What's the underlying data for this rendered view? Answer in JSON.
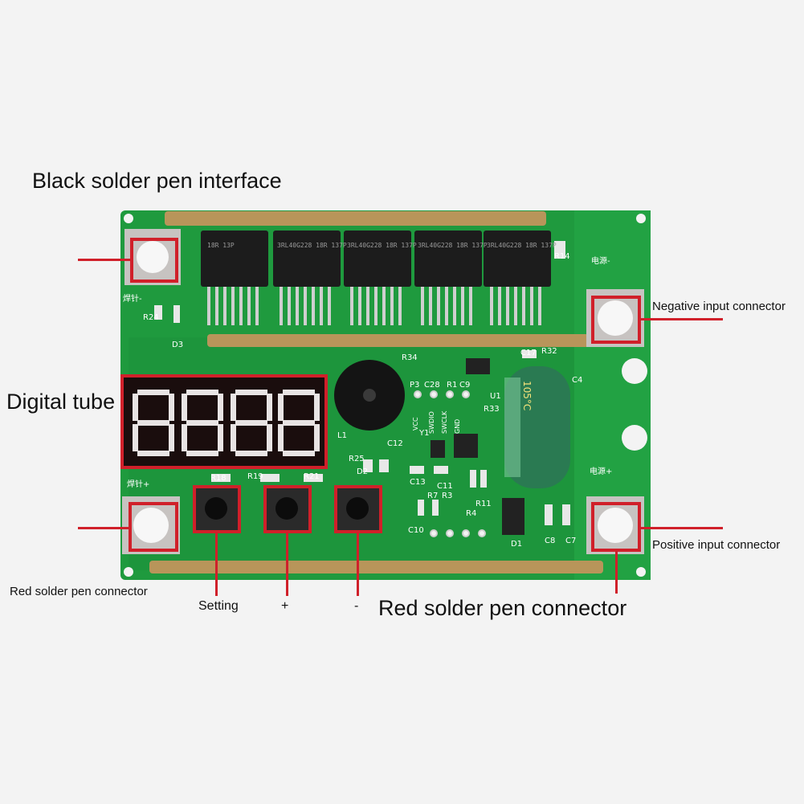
{
  "labels": {
    "black_pen_interface": "Black solder pen interface",
    "negative_input": "Negative input connector",
    "digital_tube": "Digital tube",
    "positive_input": "Positive input connector",
    "red_pen_left": "Red solder pen connector",
    "red_pen_bottom": "Red solder pen connector",
    "setting": "Setting",
    "plus": "+",
    "minus": "-"
  },
  "silkscreen": {
    "hanzhen_top": "焊针-",
    "hanzhen_bottom": "焊针+",
    "power_neg": "电源-",
    "power_pos": "电源+",
    "r14": "R14",
    "r24": "R24",
    "d3": "D3",
    "r34": "R34",
    "c17": "C17",
    "r32": "R32",
    "c4": "C4",
    "p3": "P3",
    "c28": "C28",
    "r1": "R1",
    "c9": "C9",
    "r33": "R33",
    "u1": "U1",
    "l1": "L1",
    "c12": "C12",
    "y1": "Y1",
    "r25": "R25",
    "d2": "D2",
    "c13": "C13",
    "c11": "C11",
    "r18": "R18",
    "r19": "R19",
    "r21": "R21",
    "r7": "R7",
    "r3": "R3",
    "r11": "R11",
    "r4": "R4",
    "c10": "C10",
    "c8": "C8",
    "c7": "C7",
    "d1": "D1",
    "swdio": "SWDIO",
    "swclk": "SWCLK",
    "gnd": "GND",
    "vcc": "VCC",
    "cap_text": "105°C"
  },
  "mosfet_text": [
    "18R 13P",
    "3RL40G228 18R 137P",
    "3RL40G228 18R 137P",
    "3RL40G228 18R 137P",
    "3RL40G228 18R 137P"
  ],
  "colors": {
    "annotation": "#d0202a",
    "pcb": "#1f9a3e",
    "pcb_dark": "#157a2f",
    "copper": "#b8955a",
    "display_bg": "#1a0d0d",
    "segment": "#e8e4e4"
  }
}
